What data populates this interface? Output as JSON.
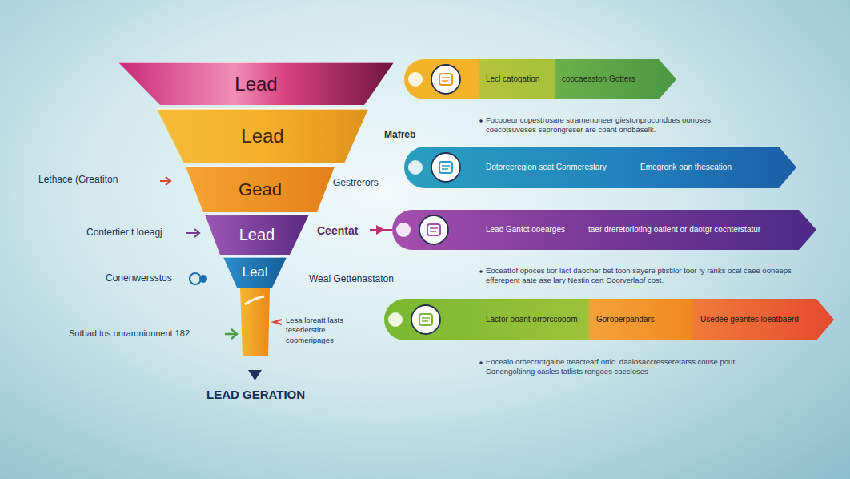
{
  "diagram": {
    "nodes": [
      {
        "text": [
          "Lead"
        ]
      },
      {
        "text": [
          "Lead"
        ]
      },
      {
        "text": [
          "Gead"
        ]
      },
      {
        "text": [
          "Lead"
        ]
      },
      {
        "text": [
          "Leal"
        ]
      },
      {
        "text": [
          "Lecl catogation",
          "coocaesston Gotters"
        ]
      },
      {
        "text": [
          "Dotoreeregion seat Conmerestary",
          "Emegronk oan theseation"
        ]
      },
      {
        "text": [
          "Lead Gantct ooearges",
          "taer dreretorioting oatient or daotgr cocnterstatur"
        ]
      },
      {
        "text": [
          "Lactor ooant orrorccooom",
          "Goroperpandars",
          "Usedee geantes loeatbaerd"
        ]
      }
    ],
    "labels": [
      "Lethace (Greatiton",
      "Contertier t loeagj",
      "Conenwersstos",
      "Sotbad tos onraronionnent 182",
      "Mafreb",
      "Gestrerors",
      "Ceentat",
      "Weal Gettenastaton",
      "Lesa loreatt lasts teserierstire coomeripages",
      "Focooeur copestrosare strarnenoneer giestonprocondoes oonoses coecotsuveses seprongreser are coant ondbaselk.",
      "Eoceattof opoces tior lact daocher bet toon sayere ptistilor toor fy ranks ocel caee ooneeps efferepent aate ase lary Nestin cert Coorverlaof cost.",
      "Eocealo orbecrrotgaine treactearf ortic. daaiosaccresseretarss couse pout Conengoltinng oasles tatlists rengoes coecloses",
      "LEAD GERATION"
    ]
  }
}
